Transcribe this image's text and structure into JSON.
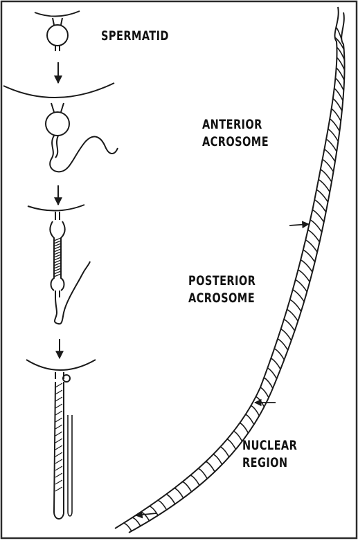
{
  "labels": {
    "spermatid": "SPERMATID",
    "anterior_acrosome": [
      "ANTERIOR",
      "ACROSOME"
    ],
    "posterior_acrosome": [
      "POSTERIOR",
      "ACROSOME"
    ],
    "nuclear_region": [
      "NUCLEAR",
      "REGION"
    ]
  },
  "colors": {
    "line": "#1a1a1a",
    "background": "#ffffff",
    "frame": "#2a2a2a"
  }
}
